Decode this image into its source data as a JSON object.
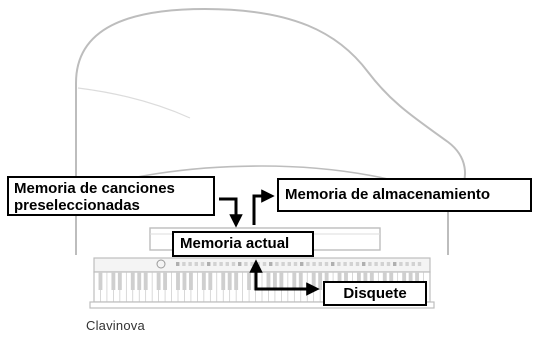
{
  "diagram": {
    "model_label": "Clavinova",
    "nodes": {
      "preset_memory": [
        "Memoria de canciones",
        "preseleccionadas"
      ],
      "storage_memory": "Memoria de almacenamiento",
      "current_memory": "Memoria actual",
      "floppy_disk": "Disquete"
    },
    "edges": [
      {
        "from": "preset_memory",
        "to": "current_memory",
        "direction": "one-way"
      },
      {
        "from": "current_memory",
        "to": "storage_memory",
        "direction": "one-way"
      },
      {
        "from": "current_memory",
        "to": "floppy_disk",
        "direction": "two-way"
      }
    ],
    "colors": {
      "outline": "#bdbdbd",
      "box_border": "#000000",
      "arrow": "#000000"
    }
  }
}
